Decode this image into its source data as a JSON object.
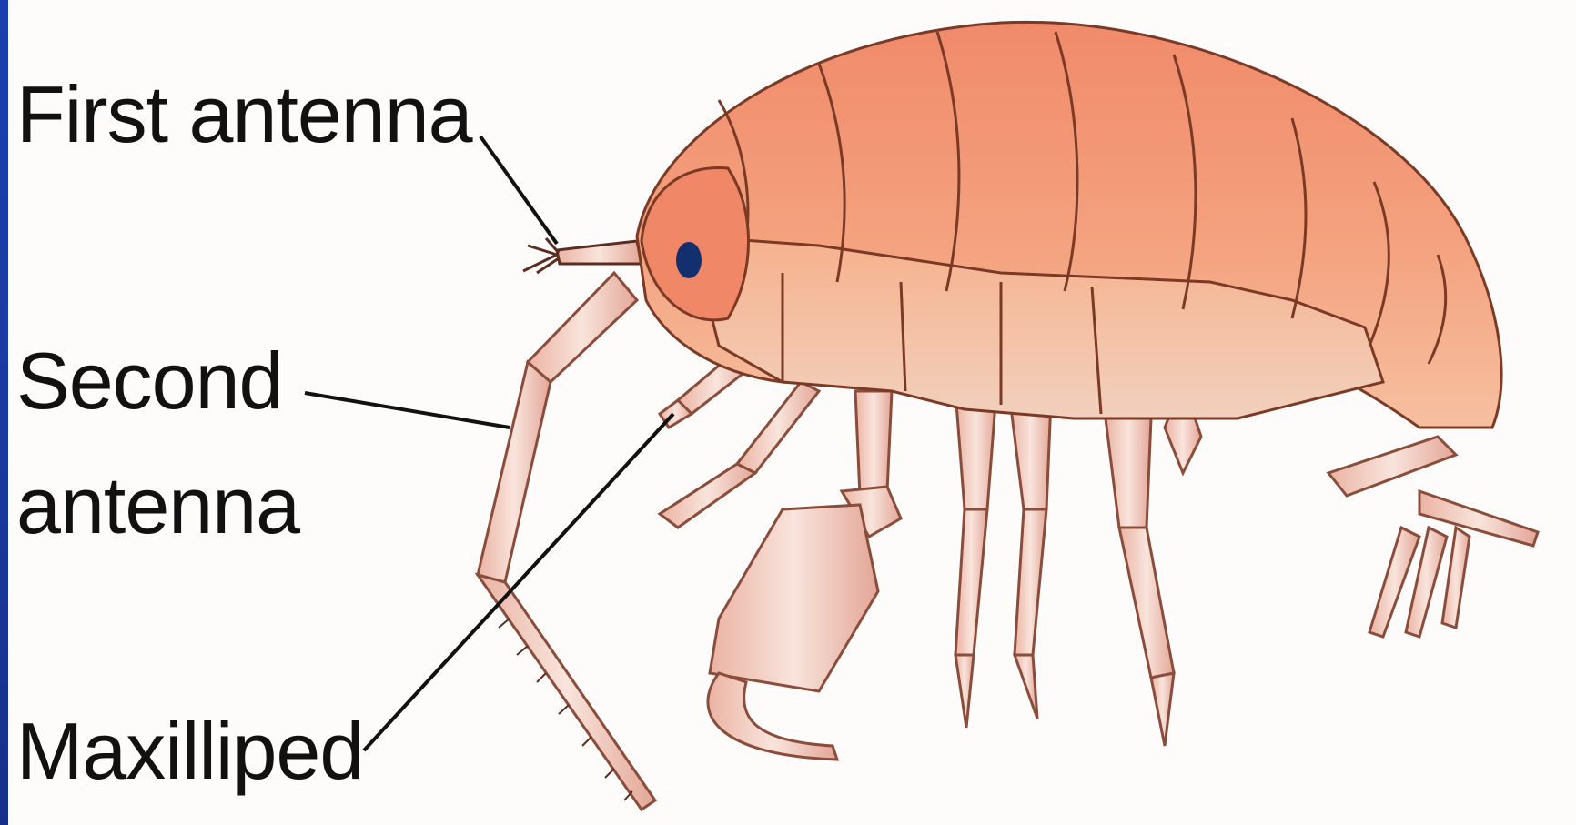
{
  "labels": {
    "first_antenna": "First antenna",
    "second_antenna_line1": "Second",
    "second_antenna_line2": "antenna",
    "maxilliped": "Maxilliped"
  },
  "colors": {
    "background": "#fdfcfb",
    "side_bar": "#1b3fae",
    "body_fill": "#f19a78",
    "body_stroke": "#7a3a25",
    "leg_fill": "#f3d2c7",
    "eye": "#13306e",
    "leader_line": "#111111"
  },
  "icons": {
    "subject": "amphipod-illustration"
  }
}
